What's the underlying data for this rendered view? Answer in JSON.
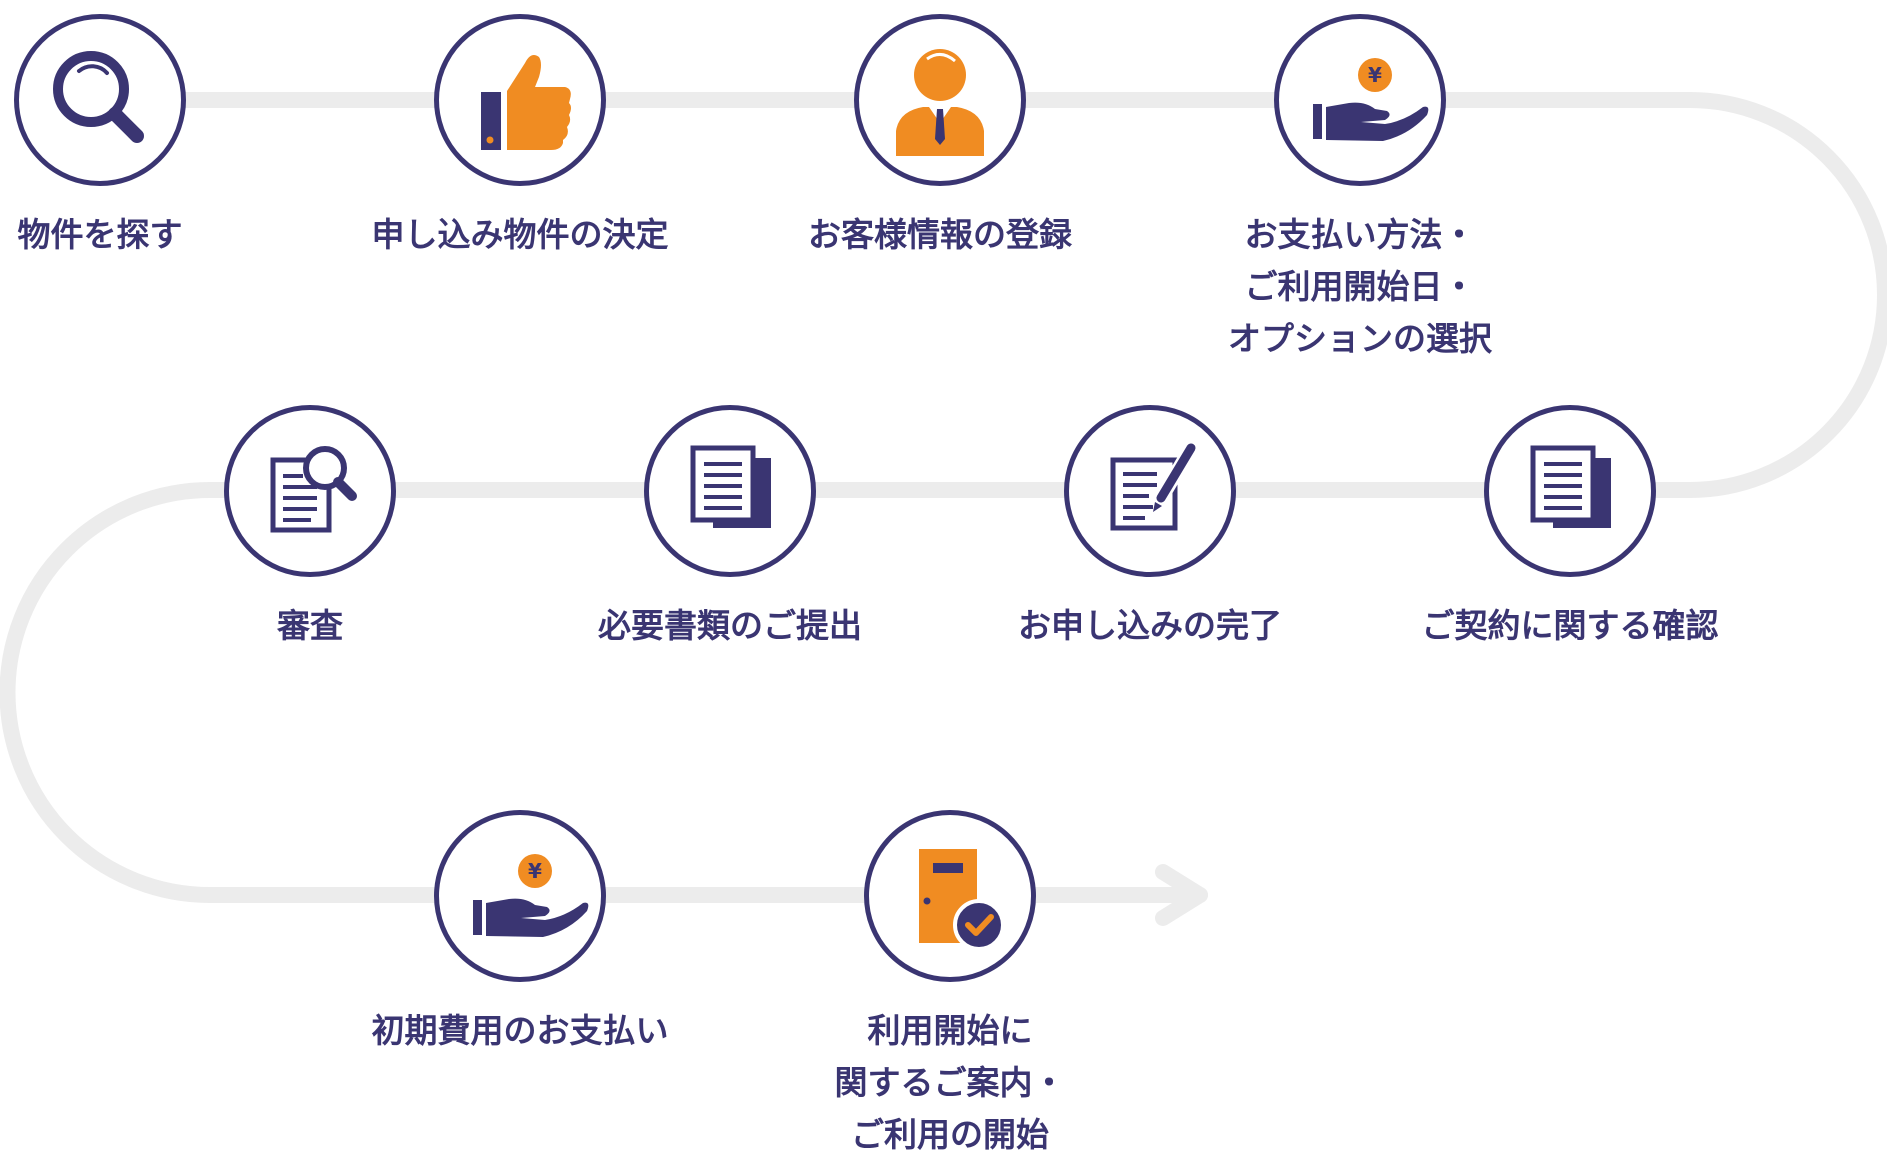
{
  "colors": {
    "navy": "#3a3572",
    "orange": "#f08c22",
    "track": "#ececec"
  },
  "steps": [
    {
      "icon": "magnifier-icon",
      "lines": [
        "物件を探す"
      ]
    },
    {
      "icon": "thumbs-up-icon",
      "lines": [
        "申し込み物件の決定"
      ]
    },
    {
      "icon": "person-icon",
      "lines": [
        "お客様情報の登録"
      ]
    },
    {
      "icon": "yen-hand-icon",
      "lines": [
        "お支払い方法・",
        "ご利用開始日・",
        "オプションの選択"
      ]
    },
    {
      "icon": "document-icon",
      "lines": [
        "ご契約に関する確認"
      ]
    },
    {
      "icon": "document-pen-icon",
      "lines": [
        "お申し込みの完了"
      ]
    },
    {
      "icon": "document-icon",
      "lines": [
        "必要書類のご提出"
      ]
    },
    {
      "icon": "document-search-icon",
      "lines": [
        "審査"
      ]
    },
    {
      "icon": "yen-hand-icon",
      "lines": [
        "初期費用のお支払い"
      ]
    },
    {
      "icon": "door-check-icon",
      "lines": [
        "利用開始に",
        "関するご案内・",
        "ご利用の開始"
      ]
    }
  ]
}
